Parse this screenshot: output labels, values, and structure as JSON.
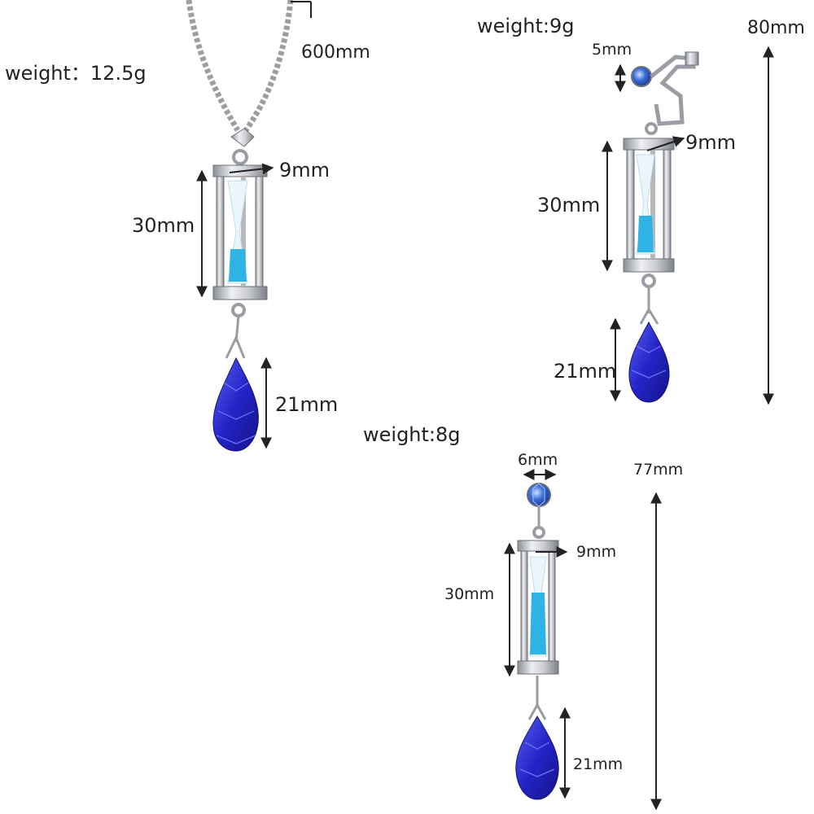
{
  "necklace": {
    "weight_label": "weight：12.5g",
    "chain_length": "600mm",
    "frame_width": "9mm",
    "frame_height": "30mm",
    "drop_height": "21mm"
  },
  "clip_earring": {
    "weight_label": "weight:9g",
    "clip_size": "5mm",
    "frame_width": "9mm",
    "frame_height": "30mm",
    "drop_height": "21mm",
    "total_length": "80mm"
  },
  "stud_earring": {
    "weight_label": "weight:8g",
    "stone_size": "6mm",
    "frame_width": "9mm",
    "frame_height": "30mm",
    "drop_height": "21mm",
    "total_length": "77mm"
  },
  "colors": {
    "silver": "#c9cbcf",
    "silver_dark": "#7d8187",
    "sand": "#2fb2e4",
    "crystal": "#2020b8",
    "crystal_light": "#5a62ee",
    "stud_stone": "#3a6fd8",
    "dimension_line": "#222222"
  }
}
